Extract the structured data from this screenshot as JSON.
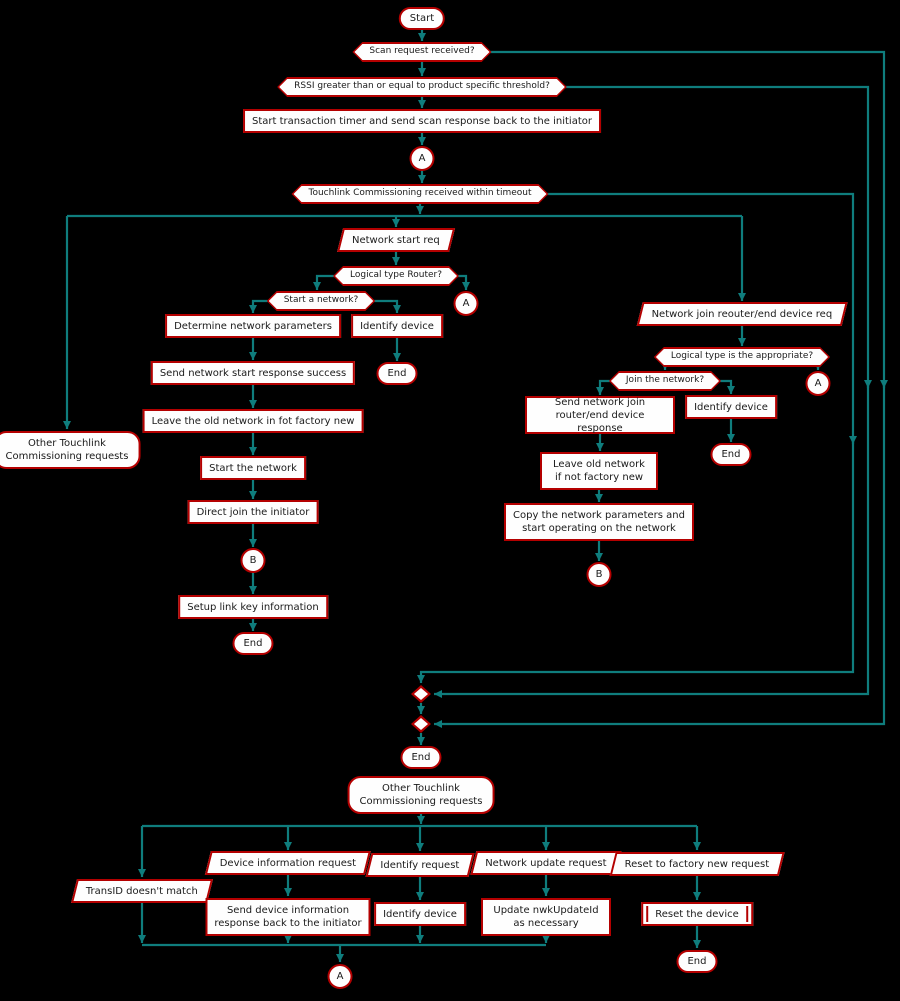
{
  "colors": {
    "bg": "#000000",
    "fill": "#FEFEFE",
    "border": "#B40000",
    "edge": "#0F7D7D",
    "text": "#1A1A1A"
  },
  "nodes": {
    "start": "Start",
    "scan_request": "Scan request received?",
    "rssi": "RSSI greater than or equal to product specific threshold?",
    "start_timer": "Start transaction timer and send scan response back to the initiator",
    "conn_a": "A",
    "conn_b": "B",
    "touchlink": "Touchlink Commissioning received within timeout",
    "other_touchlink": "Other Touchlink\nCommissioning requests",
    "network_start_req": "Network start req",
    "logical_router": "Logical type Router?",
    "start_a_network": "Start a network?",
    "determine_params": "Determine network parameters",
    "send_start_response": "Send network start response success",
    "leave_old_left": "Leave the old network in fot factory new",
    "start_network": "Start the network",
    "direct_join": "Direct join the initiator",
    "setup_link_key": "Setup link key information",
    "end": "End",
    "identify_device": "Identify device",
    "network_join_req": "Network join reouter/end device req",
    "logical_appropriate": "Logical type is the appropriate?",
    "join_network": "Join the network?",
    "send_network_join": "Send network join\nrouter/end device response",
    "leave_old_right": "Leave old network\nif not factory new",
    "copy_params": "Copy the network parameters and\nstart operating on the network",
    "transid": "TransID doesn't match",
    "device_info_req": "Device information request",
    "send_device_info": "Send device information\nresponse back to the initiator",
    "identify_request": "Identify request",
    "network_update_req": "Network update request",
    "update_nwk": "Update nwkUpdateId\nas necessary",
    "reset_factory": "Reset to factory new request",
    "reset_device": "Reset the device"
  }
}
